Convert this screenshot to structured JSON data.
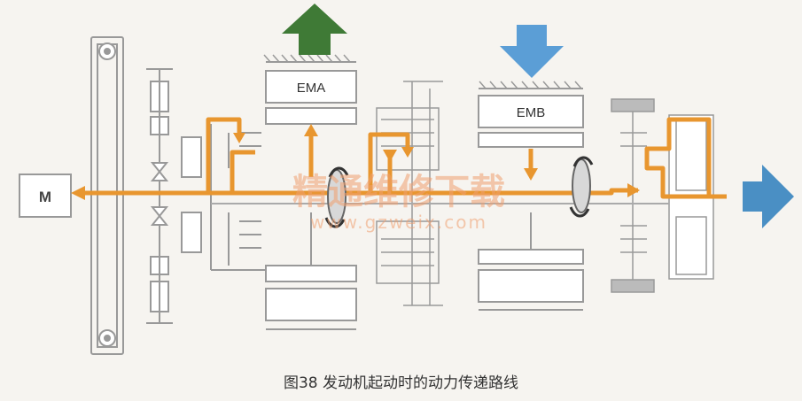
{
  "caption": "图38 发动机起动时的动力传递路线",
  "labels": {
    "motor": "M",
    "ema": "EMA",
    "emb": "EMB"
  },
  "watermark": {
    "text": "精通维修下载",
    "url": "www.gzweix.com"
  },
  "colors": {
    "power_path": "#e8962f",
    "arrow_up": "#3f7a36",
    "arrow_down": "#5b9ed6",
    "arrow_right": "#4a8fc4",
    "lines": "#8a8a8a"
  }
}
